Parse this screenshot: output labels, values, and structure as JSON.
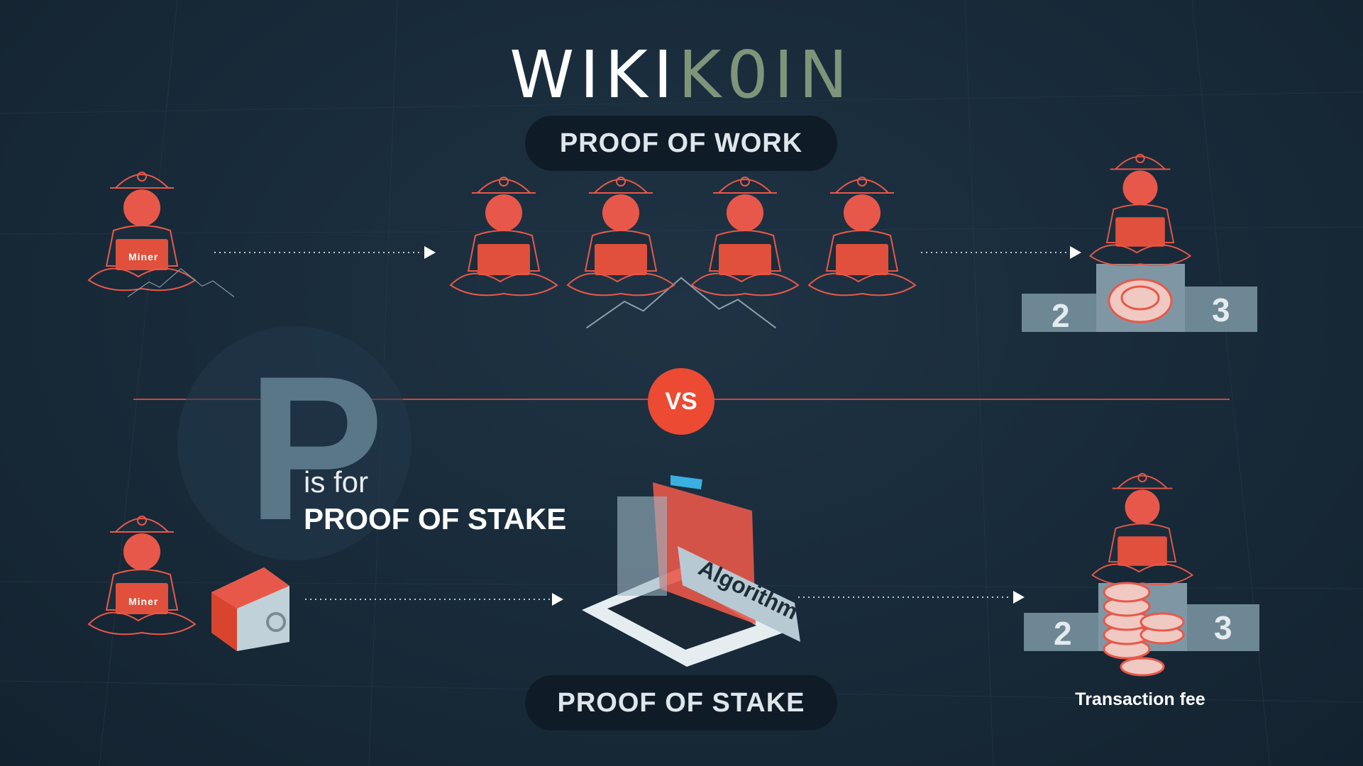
{
  "logo": {
    "part1": "WIKI",
    "part2": "K0IN"
  },
  "pow_title": "PROOF OF WORK",
  "pos_title": "PROOF OF STAKE",
  "vs_label": "VS",
  "big_letter": "P",
  "is_for": "is for",
  "tagline": "PROOF OF STAKE",
  "miner_label": "Miner",
  "algorithm_label": "Algorithm",
  "podium": {
    "second": "2",
    "third": "3"
  },
  "fee_label": "Transaction fee",
  "colors": {
    "accent": "#ec4a33",
    "background": "#182a39",
    "logo_green": "#7e957a",
    "podium": "#6e8794"
  }
}
